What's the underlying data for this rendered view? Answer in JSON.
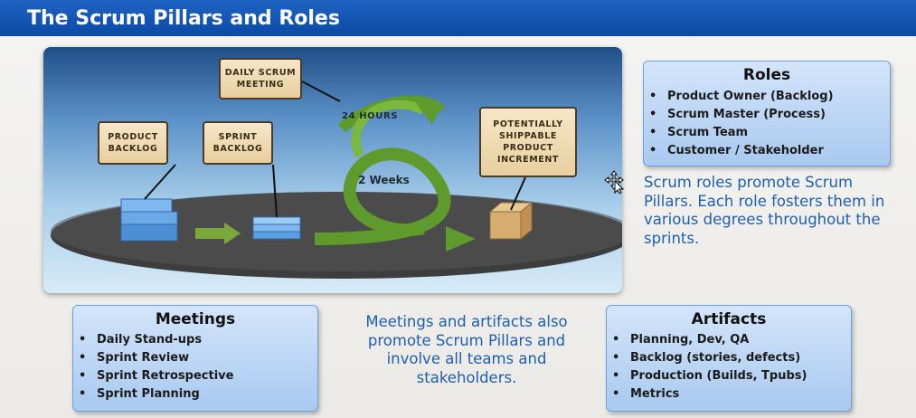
{
  "slide": {
    "title": "The Scrum Pillars and Roles"
  },
  "diagram": {
    "daily_scrum": "Daily Scrum\nMeeting",
    "product_backlog": "Product\nBacklog",
    "sprint_backlog": "Sprint\nBacklog",
    "increment": "Potentially\nShippable\nProduct\nIncrement",
    "hours_label": "24 Hours",
    "weeks_label": "2 Weeks"
  },
  "roles": {
    "heading": "Roles",
    "items": [
      "Product Owner (Backlog)",
      "Scrum Master (Process)",
      "Scrum Team",
      "Customer / Stakeholder"
    ],
    "note": "Scrum roles promote  Scrum Pillars. Each role fosters them in various degrees throughout the sprints."
  },
  "meetings": {
    "heading": "Meetings",
    "items": [
      "Daily Stand-ups",
      "Sprint Review",
      "Sprint Retrospective",
      "Sprint Planning"
    ]
  },
  "middle_note": "Meetings and artifacts also promote Scrum Pillars and involve all teams and stakeholders.",
  "artifacts": {
    "heading": "Artifacts",
    "items": [
      "Planning, Dev, QA",
      "Backlog (stories, defects)",
      "Production (Builds, Tpubs)",
      "Metrics"
    ]
  },
  "icons": {
    "cursor": "move-cursor-icon"
  }
}
